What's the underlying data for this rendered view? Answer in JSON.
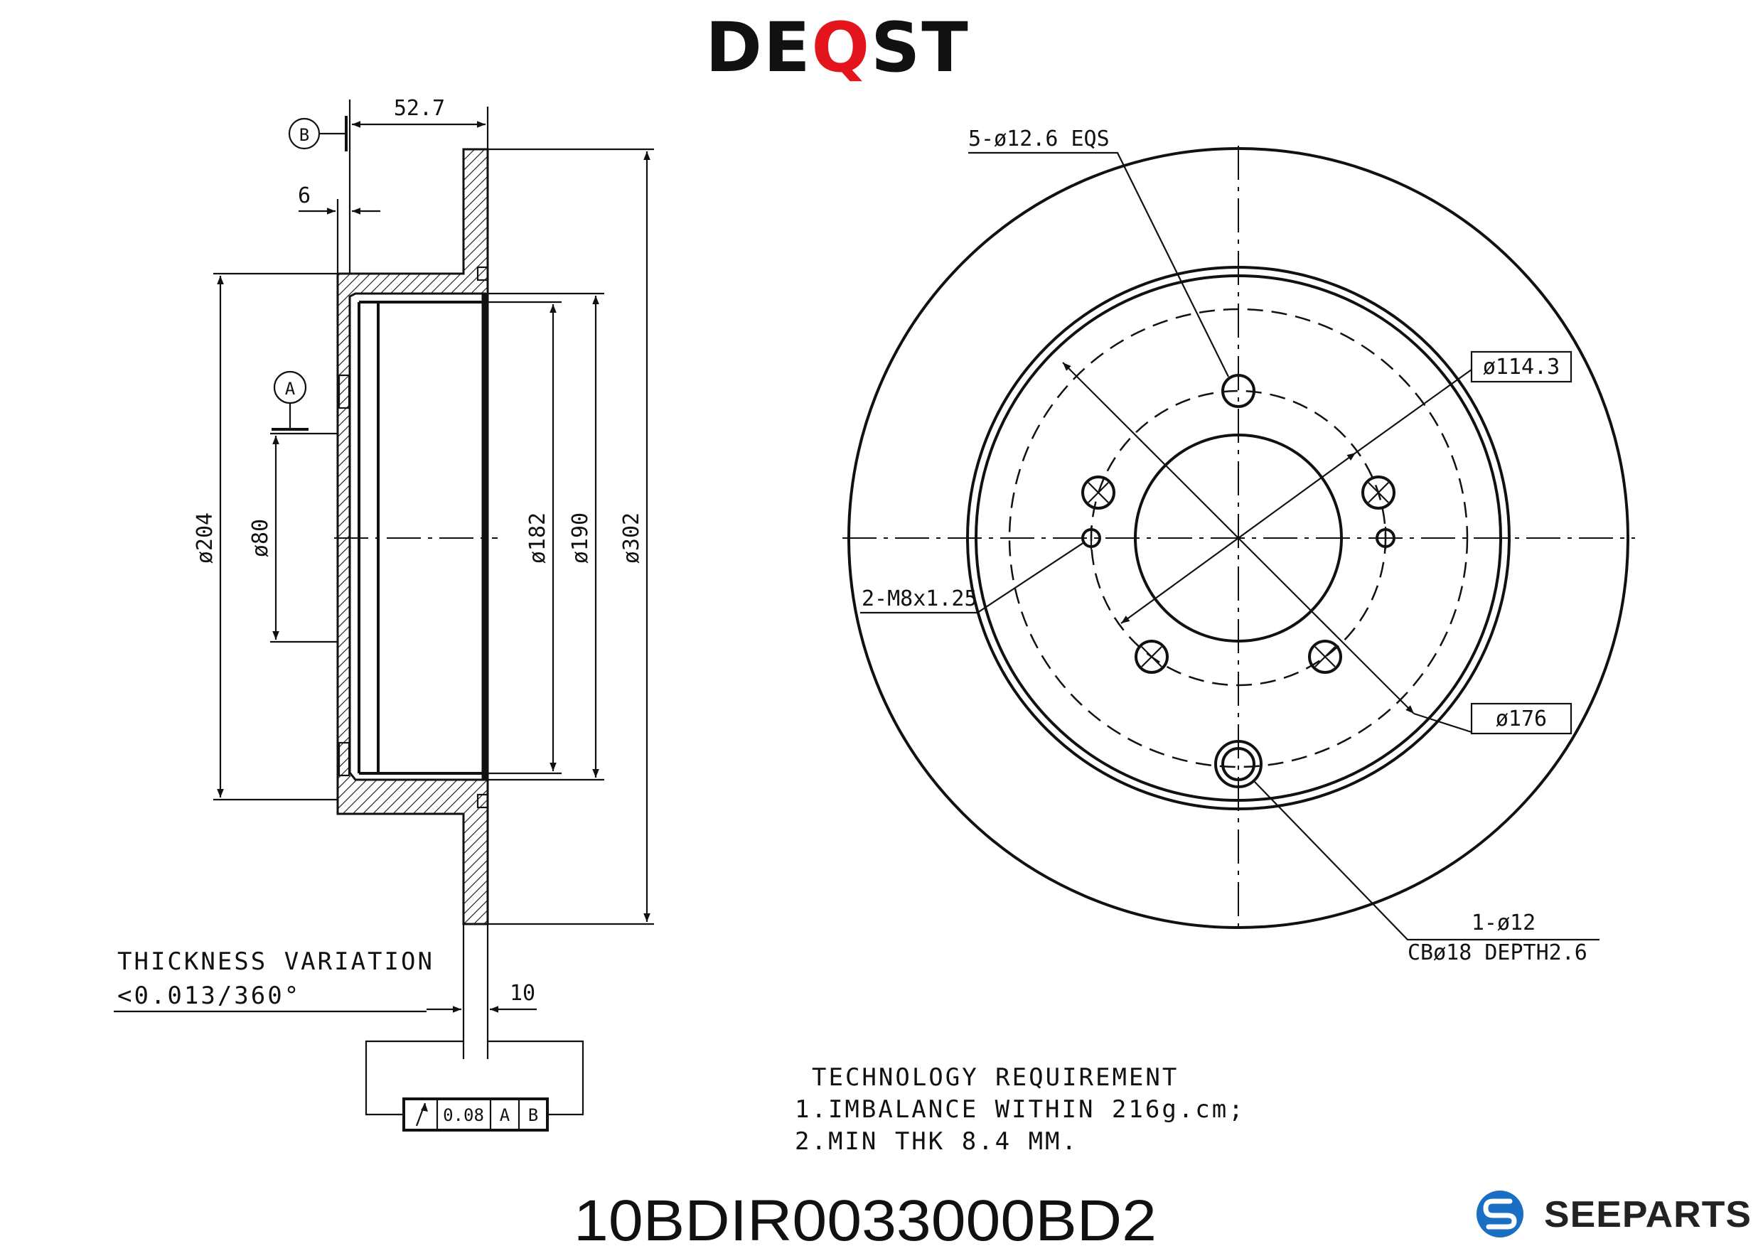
{
  "brand": {
    "prefix": "DE",
    "highlight": "Q",
    "suffix": "ST",
    "highlight_color": "#e3141c",
    "text_color": "#111111"
  },
  "side_view": {
    "width_dim": "52.7",
    "hat_dim": "6",
    "thickness_dim": "10",
    "datum_a": "A",
    "datum_b": "B",
    "diameters": {
      "d204": "ø204",
      "d80": "ø80",
      "d182": "ø182",
      "d190": "ø190",
      "d302": "ø302"
    }
  },
  "thickness_variation": {
    "label": "THICKNESS VARIATION",
    "value": "<0.013/360°"
  },
  "runout_frame": {
    "symbol": "runout-arrow-icon",
    "tolerance": "0.08",
    "datum1": "A",
    "datum2": "B"
  },
  "front_view": {
    "bolt_holes": "5-ø12.6 EQS",
    "bolt_circle": "ø114.3",
    "inner_diameter": "ø176",
    "threads": "2-M8x1.25",
    "locator_hole": "1-ø12",
    "counterbore": "CBø18 DEPTH2.6"
  },
  "tech_requirements": {
    "title": "TECHNOLOGY REQUIREMENT",
    "items": [
      "1.IMBALANCE WITHIN 216g.cm;",
      "2.MIN THK 8.4 MM."
    ]
  },
  "part_number": "10BDIR0033000BD2",
  "seeparts": {
    "name": "SEEPARTS",
    "logo_color": "#1a6fc4"
  }
}
